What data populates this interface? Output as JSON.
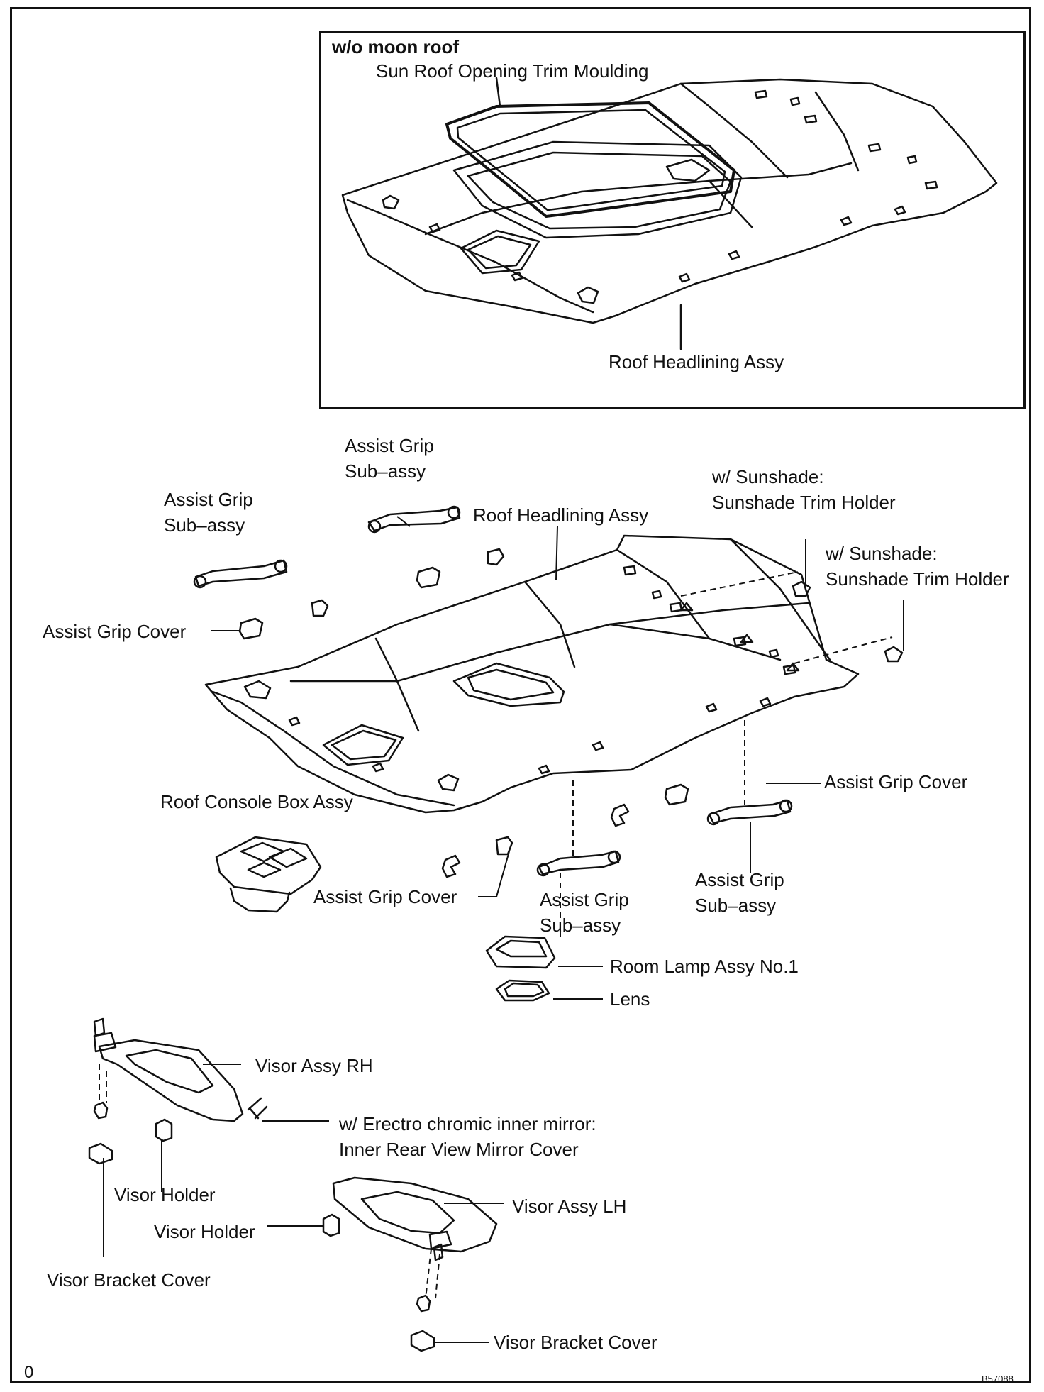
{
  "inset": {
    "title": "w/o moon roof",
    "sunroof_moulding": "Sun Roof Opening Trim Moulding",
    "headlining": "Roof Headlining Assy"
  },
  "main": {
    "assist_grip_1": [
      "Assist Grip",
      "Sub–assy"
    ],
    "assist_grip_2": [
      "Assist Grip",
      "Sub–assy"
    ],
    "headlining": "Roof Headlining Assy",
    "sunshade_1": [
      "w/ Sunshade:",
      "Sunshade Trim Holder"
    ],
    "sunshade_2": [
      "w/ Sunshade:",
      "Sunshade Trim Holder"
    ],
    "grip_cover_left": "Assist Grip Cover",
    "grip_cover_right": "Assist Grip Cover",
    "console_box": "Roof Console Box Assy",
    "grip_cover_bottom": "Assist Grip Cover",
    "assist_grip_3": [
      "Assist Grip",
      "Sub–assy"
    ],
    "assist_grip_4": [
      "Assist Grip",
      "Sub–assy"
    ],
    "room_lamp": "Room Lamp Assy No.1",
    "lens": "Lens"
  },
  "visors": {
    "visor_rh": "Visor Assy RH",
    "mirror_cover": [
      "w/ Erectro chromic inner mirror:",
      "Inner Rear View Mirror Cover"
    ],
    "visor_holder_1": "Visor Holder",
    "visor_lh": "Visor Assy LH",
    "visor_holder_2": "Visor Holder",
    "bracket_cover_1": "Visor Bracket Cover",
    "bracket_cover_2": "Visor Bracket Cover"
  },
  "footer": {
    "left_mark": "0",
    "code": "B57088"
  }
}
